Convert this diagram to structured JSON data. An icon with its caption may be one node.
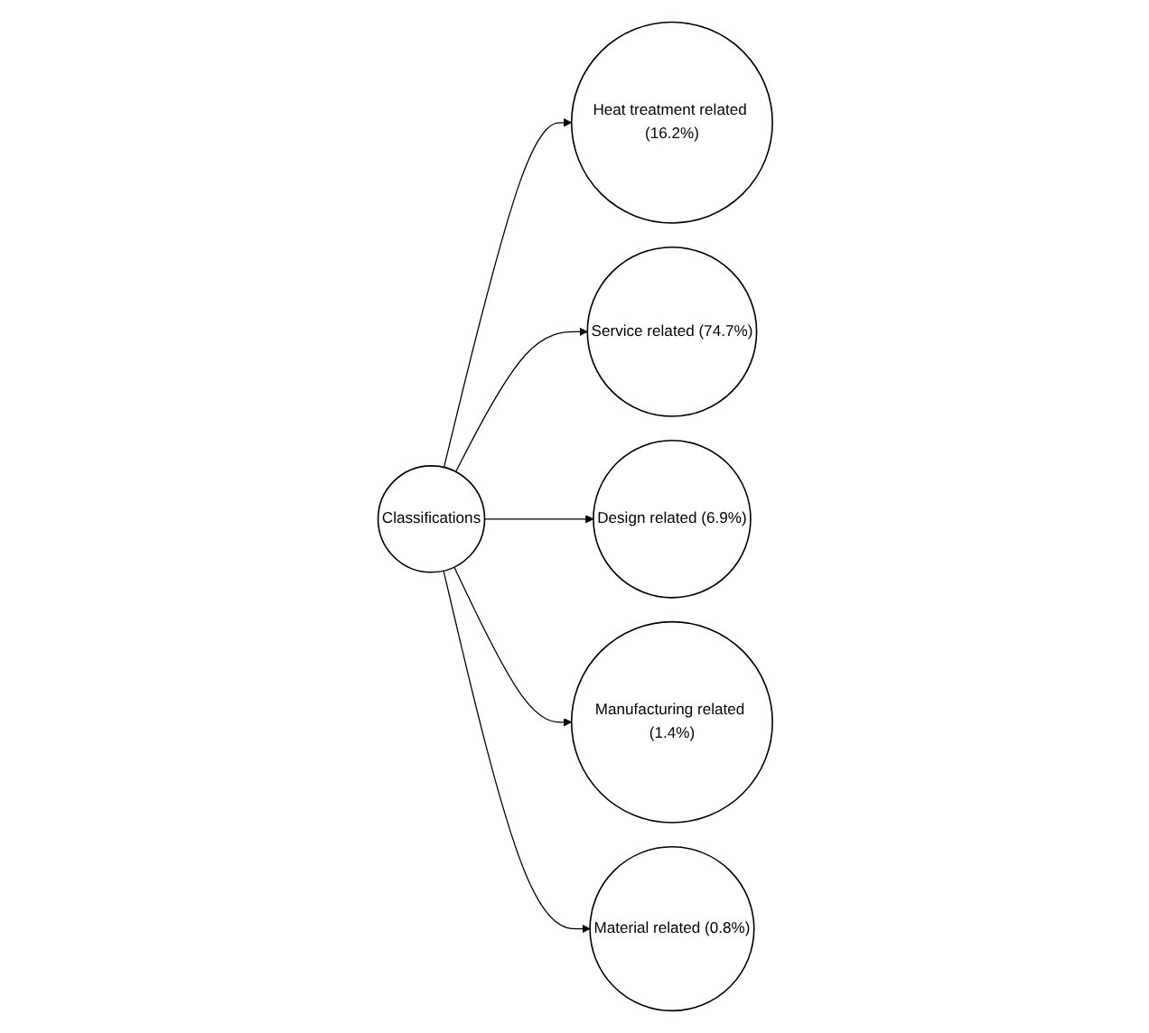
{
  "diagram": {
    "nodes": [
      {
        "text": [
          "Heat treatment related (16.2%)"
        ]
      },
      {
        "text": [
          "Service related (74.7%)"
        ]
      },
      {
        "text": [
          "Classifications"
        ]
      },
      {
        "text": [
          "Design related (6.9%)"
        ]
      },
      {
        "text": [
          "Manufacturing related (1.4%)"
        ]
      },
      {
        "text": [
          "Material related (0.8%)"
        ]
      }
    ],
    "edges": [
      {
        "from": 2,
        "to": 0,
        "arrow": "to"
      },
      {
        "from": 2,
        "to": 1,
        "arrow": "to"
      },
      {
        "from": 2,
        "to": 3,
        "arrow": "to"
      },
      {
        "from": 2,
        "to": 4,
        "arrow": "to"
      },
      {
        "from": 2,
        "to": 5,
        "arrow": "to"
      }
    ]
  }
}
